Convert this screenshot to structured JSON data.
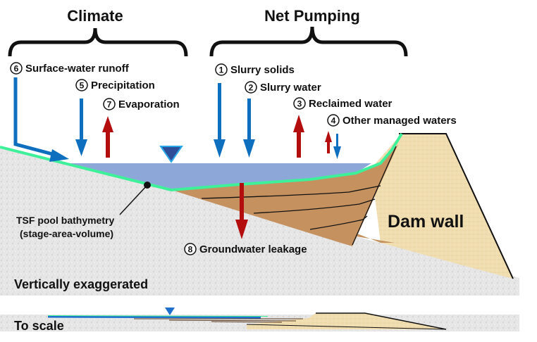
{
  "diagram": {
    "groups": [
      {
        "id": "climate",
        "title": "Climate"
      },
      {
        "id": "net-pumping",
        "title": "Net Pumping"
      }
    ],
    "fluxes": [
      {
        "number": "1",
        "label": "Slurry solids",
        "direction": "in",
        "group": "net-pumping"
      },
      {
        "number": "2",
        "label": "Slurry water",
        "direction": "in",
        "group": "net-pumping"
      },
      {
        "number": "3",
        "label": "Reclaimed  water",
        "direction": "out",
        "group": "net-pumping"
      },
      {
        "number": "4",
        "label": "Other managed  waters",
        "direction": "in-out",
        "group": "net-pumping"
      },
      {
        "number": "5",
        "label": "Precipitation",
        "direction": "in",
        "group": "climate"
      },
      {
        "number": "6",
        "label": "Surface-water runoff",
        "direction": "in",
        "group": "climate"
      },
      {
        "number": "7",
        "label": "Evaporation",
        "direction": "out",
        "group": "climate"
      },
      {
        "number": "8",
        "label": "Groundwater leakage",
        "direction": "out",
        "group": "subsurface"
      }
    ],
    "annotations": {
      "tsf_line1": "TSF pool bathymetry",
      "tsf_line2": "(stage-area-volume)",
      "dam_wall": "Dam wall"
    },
    "views": {
      "exaggerated": "Vertically exaggerated",
      "to_scale": "To scale"
    },
    "colors": {
      "inflow": "#0f6fbf",
      "outflow": "#b30d0d",
      "pool": "#8ea7d9",
      "tailings": "#c4915f",
      "liner": "#3ff09a",
      "dam": "#f1dfb4",
      "ground": "#e4e4e4",
      "water_level": "#2e4d99",
      "water_level_edge": "#2aa8e8"
    }
  }
}
